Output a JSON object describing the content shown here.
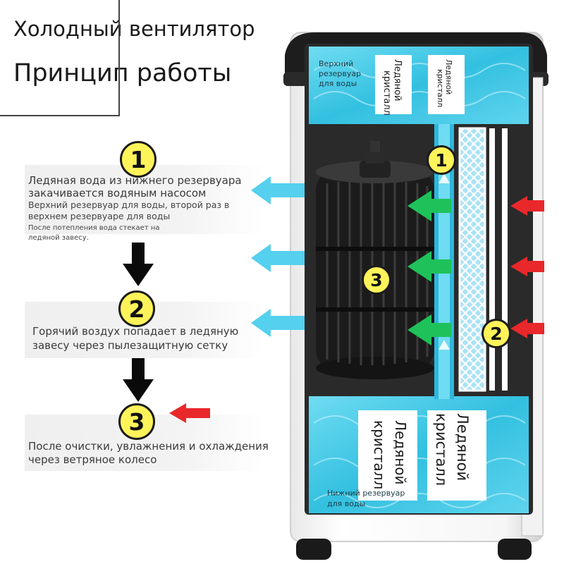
{
  "header": {
    "title_line1": "Холодный вентилятор",
    "title_line2": "Принцип работы"
  },
  "steps": [
    {
      "number": "1",
      "lines": [
        "Ледяная вода из нижнего резервуара",
        "закачивается водяным насосом",
        "Верхний резервуар для воды, второй раз в",
        "верхнем резервуаре для воды",
        "После потепления вода стекает на",
        "ледяной завесу."
      ]
    },
    {
      "number": "2",
      "lines": [
        "Горячий воздух попадает в ледяную",
        "завесу через пылезащитную сетку"
      ]
    },
    {
      "number": "3",
      "lines": [
        "После очистки, увлажнения и охлаждения",
        "через ветряное колесо"
      ]
    }
  ],
  "device": {
    "upper_tank_label": "Верхний резервуар для воды",
    "upper_tank_label_lines": [
      "Верхний",
      "резервуар",
      "для воды"
    ],
    "lower_tank_label_lines": [
      "Нижний резервуар",
      "для воды"
    ],
    "ice_crystal_label": "Ледяной кристалл",
    "ice_crystal_lines": [
      "Ледяной",
      "кристалл"
    ],
    "markers": [
      "1",
      "2",
      "3"
    ]
  },
  "colors": {
    "water": "#3fc6e2",
    "cold_arrow": "#55d0ee",
    "hot_arrow": "#e8282a",
    "air_arrow": "#1fc25a",
    "badge": "#fff35a"
  }
}
